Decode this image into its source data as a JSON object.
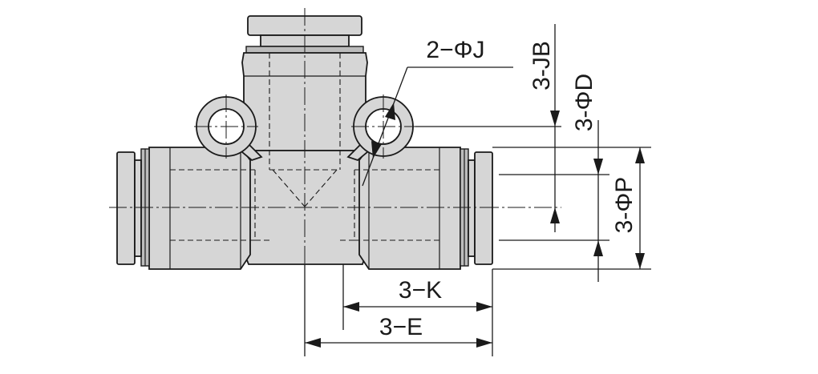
{
  "labels": {
    "j": "2−ΦJ",
    "jb": "3-JB",
    "d": "3-ΦD",
    "p": "3-ΦP",
    "k": "3−K",
    "e": "3−E"
  },
  "colors": {
    "body": "#d6d6d6",
    "line": "#1a1a1a",
    "background": "#ffffff"
  }
}
